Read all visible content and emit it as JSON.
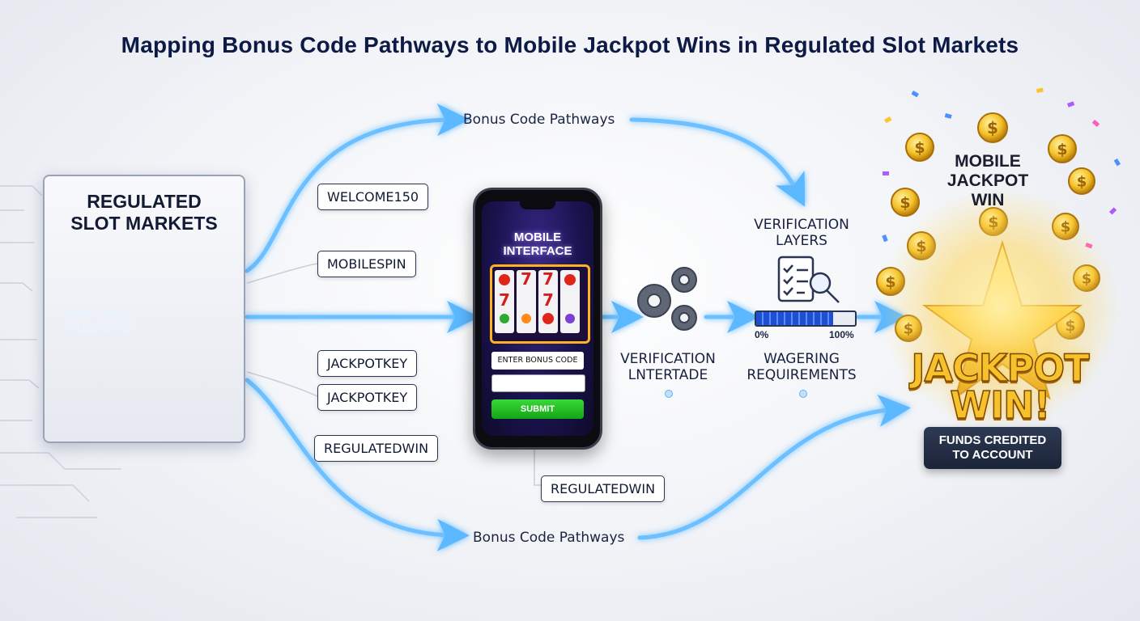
{
  "title": "Mapping Bonus Code Pathways to Mobile Jackpot Wins in Regulated Slot Markets",
  "pathways": {
    "top_label": "Bonus Code Pathways",
    "bottom_label": "Bonus Code Pathways"
  },
  "markets": {
    "title_line1": "REGULATED",
    "title_line2": "SLOT MARKETS",
    "shield_line1": "COMPLIANCE",
    "shield_line2": "& LICENSING"
  },
  "codes": {
    "c1": "WELCOME150",
    "c2": "MOBILESPIN",
    "c3": "JACKPOTKEY",
    "c4": "JACKPOTKEY",
    "c5": "REGULATEDWIN",
    "c6": "REGULATEDWIN"
  },
  "phone": {
    "title_line1": "MOBILE",
    "title_line2": "INTERFACE",
    "enter_code": "ENTER BONUS CODE",
    "submit": "SUBMIT",
    "reel_symbols": [
      "7",
      "7",
      "7",
      "7"
    ]
  },
  "verification_interface": {
    "line1": "VERIFICATION",
    "line2": "LNTERTADE"
  },
  "verification_layers": {
    "line1": "VERIFICATION",
    "line2": "LAYERS"
  },
  "wagering": {
    "label_line1": "WAGERING",
    "label_line2": "REQUIREMENTS",
    "min_label": "0%",
    "max_label": "100%",
    "progress": 0.78
  },
  "jackpot": {
    "mobile_line1": "MOBILE",
    "mobile_line2": "JACKPOT",
    "mobile_line3": "WIN",
    "jackpot_line1": "JACKPOT",
    "jackpot_line2": "WIN!",
    "funds_line1": "FUNDS CREDITED",
    "funds_line2": "TO ACCOUNT",
    "coin_symbol": "$"
  },
  "colors": {
    "arrow": "#5bb8ff",
    "title": "#0d1a45",
    "gold": "#f6c12a",
    "shield": "#1f6fe0",
    "submit": "#22bf22"
  }
}
